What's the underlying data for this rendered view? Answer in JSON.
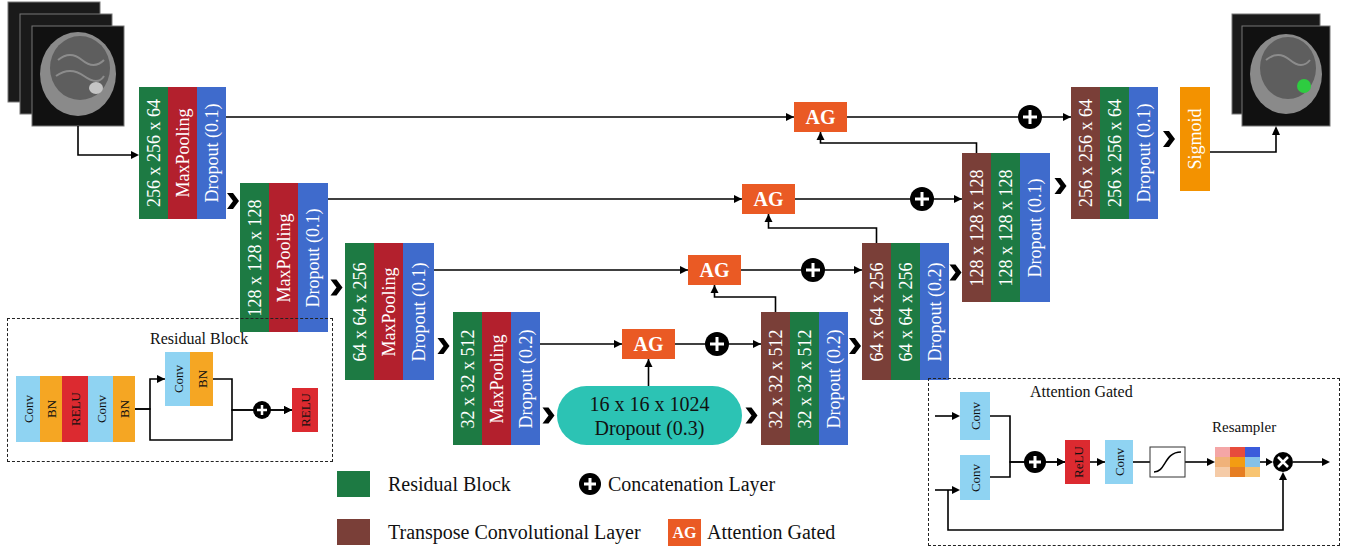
{
  "diagram": {
    "nodes": [
      {
        "text": [
          "256 x 256 x 64"
        ]
      },
      {
        "text": [
          "MaxPooling"
        ]
      },
      {
        "text": [
          "Dropout (0.1)"
        ]
      },
      {
        "text": [
          "128 x 128 x 128"
        ]
      },
      {
        "text": [
          "MaxPooling"
        ]
      },
      {
        "text": [
          "Dropout (0.1)"
        ]
      },
      {
        "text": [
          "64 x 64 x 256"
        ]
      },
      {
        "text": [
          "MaxPooling"
        ]
      },
      {
        "text": [
          "Dropout (0.1)"
        ]
      },
      {
        "text": [
          "32 x 32 x 512"
        ]
      },
      {
        "text": [
          "MaxPooling"
        ]
      },
      {
        "text": [
          "Dropout (0.2)"
        ]
      },
      {
        "text": [
          "16 x 16 x 1024",
          "Dropout (0.3)"
        ]
      },
      {
        "text": [
          "32 x 32 x 512"
        ]
      },
      {
        "text": [
          "32 x 32 x 512"
        ]
      },
      {
        "text": [
          "Dropout (0.2)"
        ]
      },
      {
        "text": [
          "64 x 64 x 256"
        ]
      },
      {
        "text": [
          "64 x 64 x 256"
        ]
      },
      {
        "text": [
          "Dropout (0.2)"
        ]
      },
      {
        "text": [
          "128 x 128 x 128"
        ]
      },
      {
        "text": [
          "128 x 128 x 128"
        ]
      },
      {
        "text": [
          "Dropout (0.1)"
        ]
      },
      {
        "text": [
          "256 x 256 x 64"
        ]
      },
      {
        "text": [
          "256 x 256 x 64"
        ]
      },
      {
        "text": [
          "Dropout (0.1)"
        ]
      },
      {
        "text": [
          "Sigmoid"
        ]
      },
      {
        "text": [
          "AG"
        ]
      },
      {
        "text": [
          "AG"
        ]
      },
      {
        "text": [
          "AG"
        ]
      },
      {
        "text": [
          "AG"
        ]
      },
      {
        "text": [
          "Residual Block"
        ]
      },
      {
        "text": [
          "Conv"
        ],
        "in": 30
      },
      {
        "text": [
          "BN"
        ],
        "in": 30
      },
      {
        "text": [
          "RELU"
        ],
        "in": 30
      },
      {
        "text": [
          "Conv"
        ],
        "in": 30
      },
      {
        "text": [
          "BN"
        ],
        "in": 30
      },
      {
        "text": [
          "Conv"
        ],
        "in": 30
      },
      {
        "text": [
          "BN"
        ],
        "in": 30
      },
      {
        "text": [
          "RELU"
        ],
        "in": 30
      },
      {
        "text": [
          "Attention Gated"
        ]
      },
      {
        "text": [
          "Conv"
        ],
        "in": 39
      },
      {
        "text": [
          "Conv"
        ],
        "in": 39
      },
      {
        "text": [
          "ReLU"
        ],
        "in": 39
      },
      {
        "text": [
          "Conv"
        ],
        "in": 39
      }
    ],
    "edges": [
      {
        "from": 2,
        "to": 3,
        "arrow": "to"
      },
      {
        "from": 5,
        "to": 6,
        "arrow": "to"
      },
      {
        "from": 8,
        "to": 9,
        "arrow": "to"
      },
      {
        "from": 11,
        "to": 12,
        "arrow": "to"
      },
      {
        "from": 12,
        "to": 13,
        "arrow": "to"
      },
      {
        "from": 15,
        "to": 16,
        "arrow": "to"
      },
      {
        "from": 18,
        "to": 19,
        "arrow": "to"
      },
      {
        "from": 21,
        "to": 22,
        "arrow": "to"
      },
      {
        "from": 24,
        "to": 25,
        "arrow": "to"
      },
      {
        "from": 2,
        "to": 26,
        "arrow": "to"
      },
      {
        "from": 5,
        "to": 27,
        "arrow": "to"
      },
      {
        "from": 8,
        "to": 28,
        "arrow": "to"
      },
      {
        "from": 11,
        "to": 29,
        "arrow": "to"
      },
      {
        "from": 12,
        "to": 29,
        "arrow": "to"
      },
      {
        "from": 13,
        "to": 28,
        "arrow": "to"
      },
      {
        "from": 16,
        "to": 27,
        "arrow": "to"
      },
      {
        "from": 19,
        "to": 26,
        "arrow": "to"
      },
      {
        "from": 29,
        "to": 13,
        "arrow": "to"
      },
      {
        "from": 28,
        "to": 16,
        "arrow": "to"
      },
      {
        "from": 27,
        "to": 19,
        "arrow": "to"
      },
      {
        "from": 26,
        "to": 22,
        "arrow": "to"
      },
      {
        "from": 35,
        "to": 36,
        "arrow": "to"
      },
      {
        "from": 37,
        "to": 38,
        "arrow": "to"
      },
      {
        "from": 35,
        "to": 38,
        "arrow": "to"
      },
      {
        "from": 40,
        "to": 42,
        "arrow": "to"
      },
      {
        "from": 41,
        "to": 42,
        "arrow": "to"
      },
      {
        "from": 42,
        "to": 43,
        "arrow": "to"
      }
    ],
    "labels": [
      "Resampler",
      "AG"
    ],
    "legend": [
      {
        "text": "Residual Block",
        "color": "#1d7a43"
      },
      {
        "text": "Concatenation Layer"
      },
      {
        "text": "Transpose Convolutional Layer",
        "color": "#7a3f38"
      },
      {
        "text": "Attention Gated",
        "color": "#ea5a24"
      }
    ]
  }
}
